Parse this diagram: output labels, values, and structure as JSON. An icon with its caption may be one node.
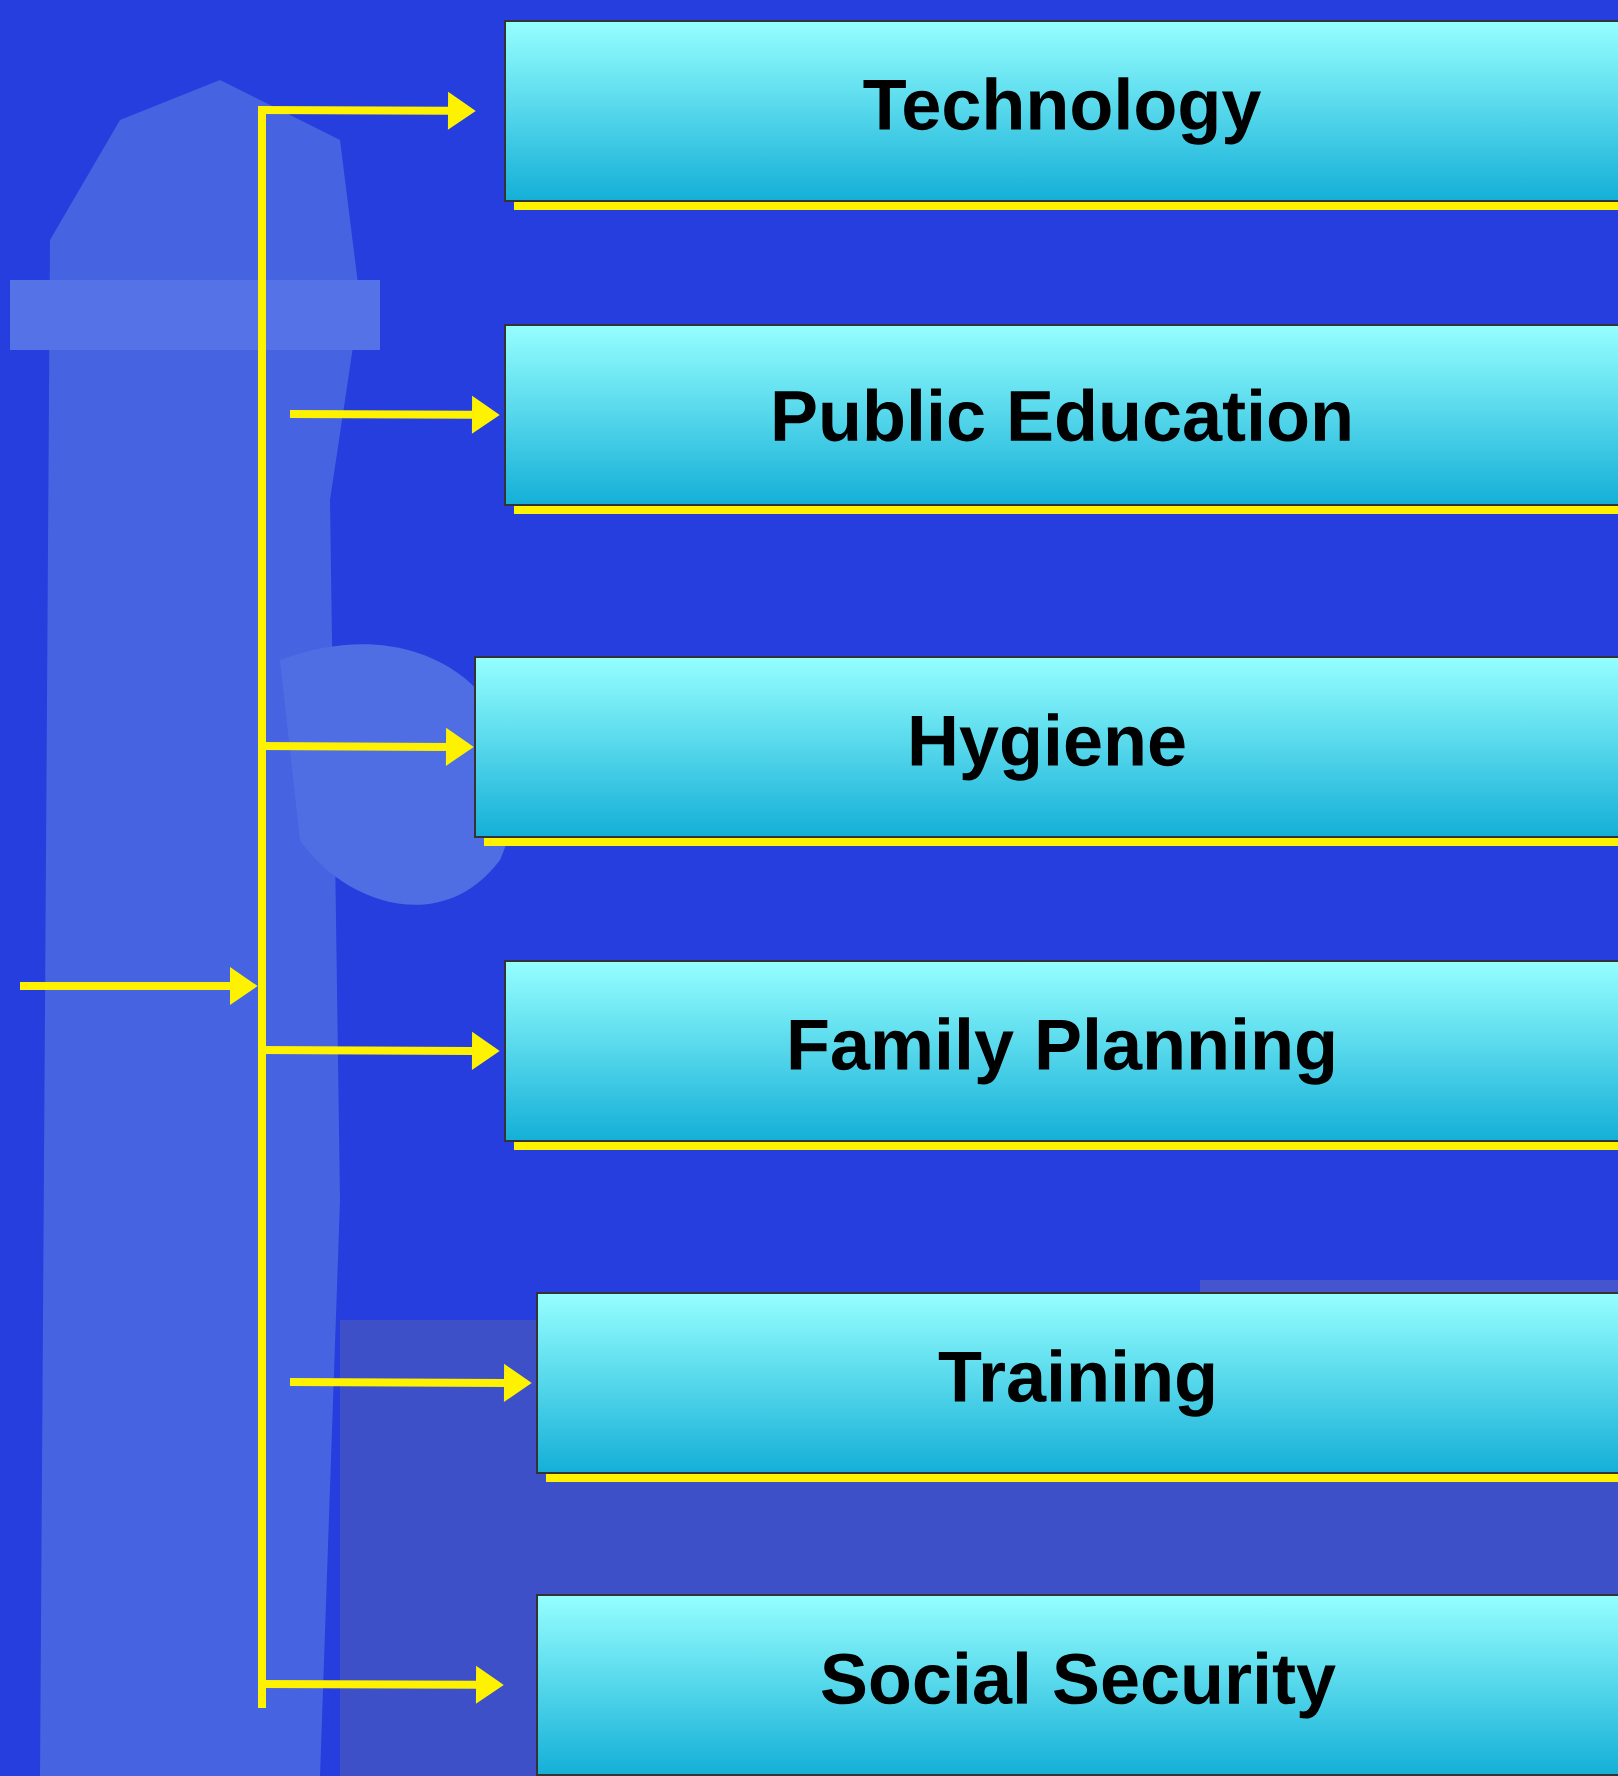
{
  "diagram": {
    "nodes": [
      {
        "text": [
          "Technology"
        ]
      },
      {
        "text": [
          "Public Education"
        ]
      },
      {
        "text": [
          "Hygiene"
        ]
      },
      {
        "text": [
          "Family Planning"
        ]
      },
      {
        "text": [
          "Training"
        ]
      },
      {
        "text": [
          "Social Security"
        ]
      }
    ],
    "edges": [
      {
        "from": null,
        "to": 0,
        "arrow": "to"
      },
      {
        "from": null,
        "to": 1,
        "arrow": "to"
      },
      {
        "from": null,
        "to": 2,
        "arrow": "to"
      },
      {
        "from": null,
        "to": 3,
        "arrow": "to"
      },
      {
        "from": null,
        "to": 4,
        "arrow": "to"
      },
      {
        "from": null,
        "to": 5,
        "arrow": "to"
      }
    ]
  }
}
